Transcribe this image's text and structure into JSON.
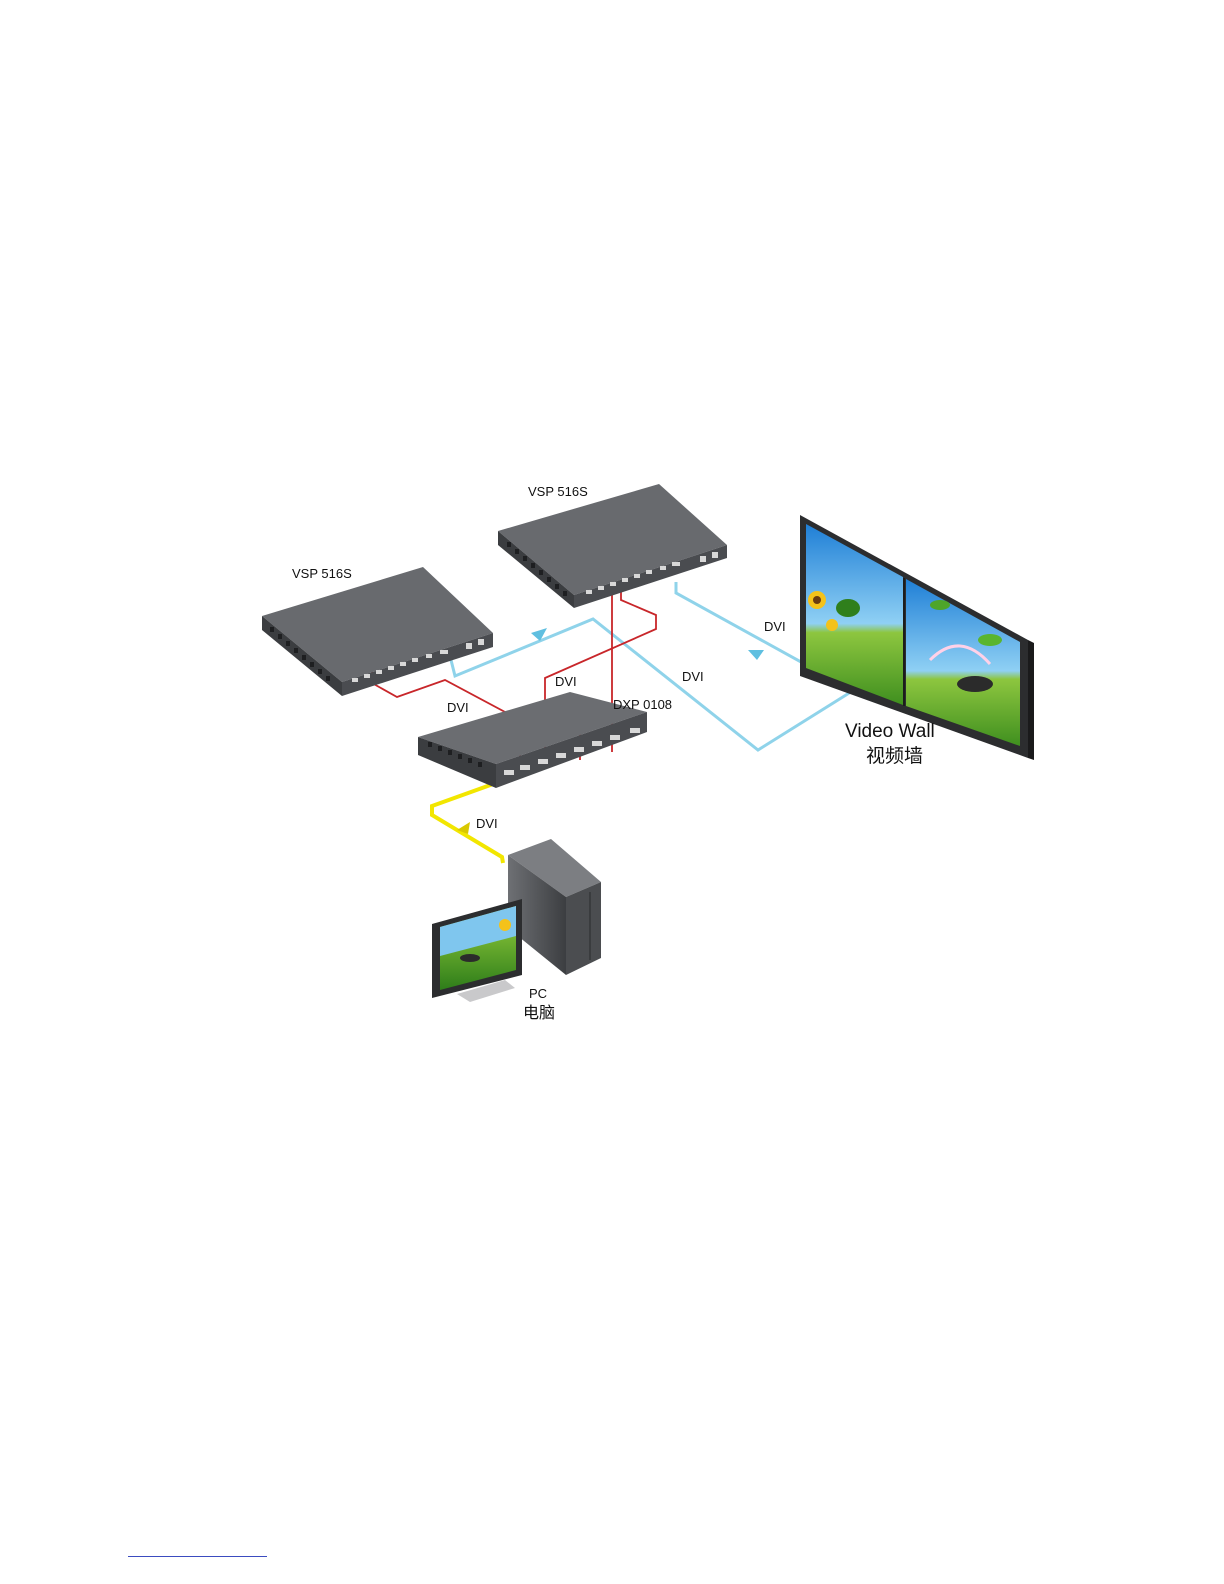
{
  "devices": {
    "processor_left": {
      "label": "VSP 516S"
    },
    "processor_right": {
      "label": "VSP 516S"
    },
    "matrix": {
      "label": "DXP 0108"
    },
    "video_wall": {
      "label_en": "Video Wall",
      "label_zh": "视频墙"
    },
    "pc": {
      "label_en": "PC",
      "label_zh": "电脑"
    }
  },
  "connections": {
    "red_left": "DVI",
    "red_right": "DVI",
    "blue_right_processor": "DVI",
    "blue_left_processor": "DVI",
    "yellow_pc": "DVI"
  },
  "colors": {
    "red_cable": "#c8262a",
    "blue_cable": "#8fd3ea",
    "yellow_cable": "#f2e600",
    "device_body": "#54565a",
    "device_top": "#6b6d71",
    "device_front": "#3b3d40"
  }
}
